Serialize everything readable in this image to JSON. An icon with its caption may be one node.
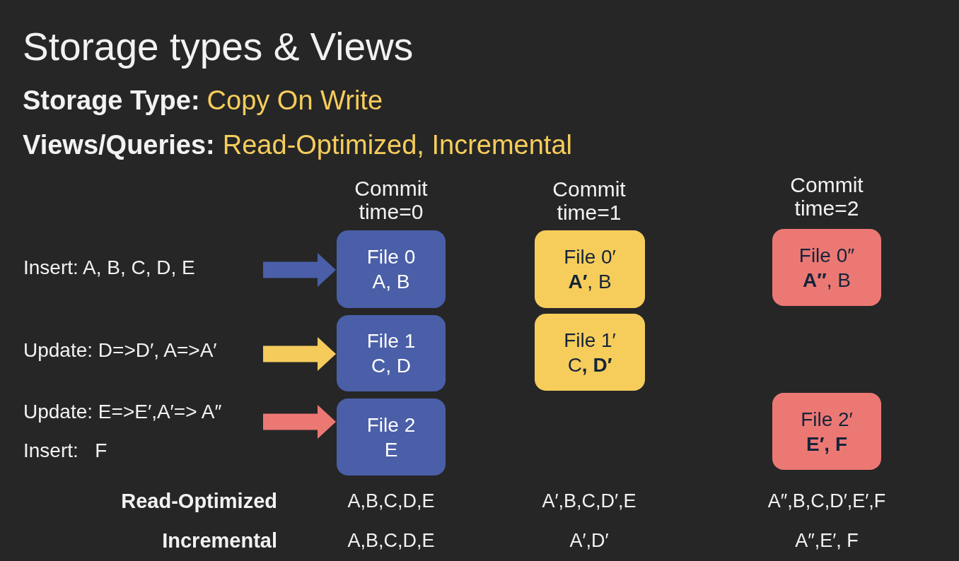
{
  "diagram": {
    "title": "Storage types & Views",
    "nodes": [
      {
        "text": [
          "File 0",
          "A, B"
        ]
      },
      {
        "text": [
          "File 0′",
          "**A′**, B"
        ]
      },
      {
        "text": [
          "File 0″",
          "**A″**, B"
        ]
      },
      {
        "text": [
          "File 1",
          "C, D"
        ]
      },
      {
        "text": [
          "File 1′",
          "C**, D′**"
        ]
      },
      {
        "text": [
          "File 2",
          "E"
        ]
      },
      {
        "text": [
          "File 2′",
          "E′, F"
        ]
      }
    ],
    "edges": [
      {
        "from": null,
        "to": 0,
        "arrow": "to",
        "color": "#4a5fa8"
      },
      {
        "from": null,
        "to": 3,
        "arrow": "to",
        "color": "#f5cb5c"
      },
      {
        "from": null,
        "to": 5,
        "arrow": "to",
        "color": "#ec7874"
      }
    ],
    "labels": [
      "Storage Type:",
      "Copy On Write",
      "Views/Queries:",
      "Read-Optimized, Incremental",
      "Commit time=0",
      "Commit time=1",
      "Commit time=2",
      "Insert: A, B, C, D, E",
      "Update: D=>D′, A=>A′",
      "Update: E=>E′,A′=> A″",
      "Insert:   F",
      "Read-Optimized",
      "A,B,C,D,E",
      "A′,B,C,D′,E",
      "A″,B,C,D′,E′,F",
      "Incremental",
      "A,B,C,D,E",
      "A′,D′",
      "A″,E′, F"
    ]
  }
}
